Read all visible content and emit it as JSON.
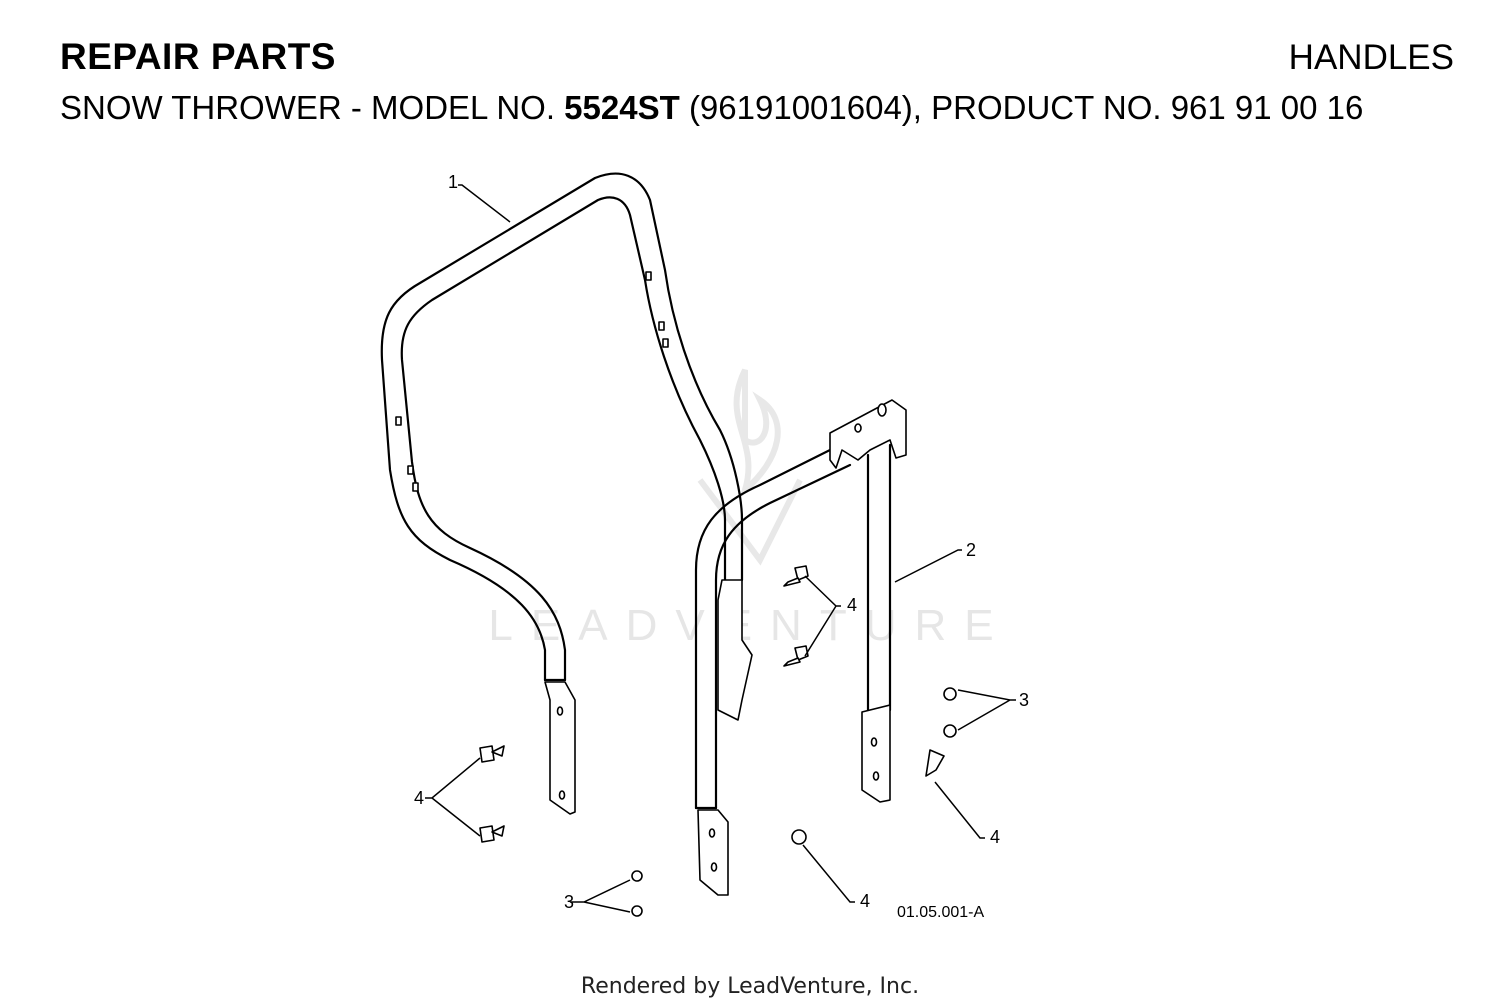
{
  "header": {
    "left_title": "REPAIR PARTS",
    "right_title": "HANDLES",
    "subtitle_prefix": "SNOW THROWER - MODEL NO.",
    "model": "5524ST",
    "subtitle_suffix": "(96191001604), PRODUCT NO. 961 91 00 16"
  },
  "diagram": {
    "callouts": [
      "1",
      "2",
      "4",
      "3",
      "4",
      "4",
      "3",
      "4"
    ],
    "drawing_code": "01.05.001-A",
    "watermark": "LEADVENTURE"
  },
  "footer": {
    "text": "Rendered by LeadVenture, Inc."
  }
}
